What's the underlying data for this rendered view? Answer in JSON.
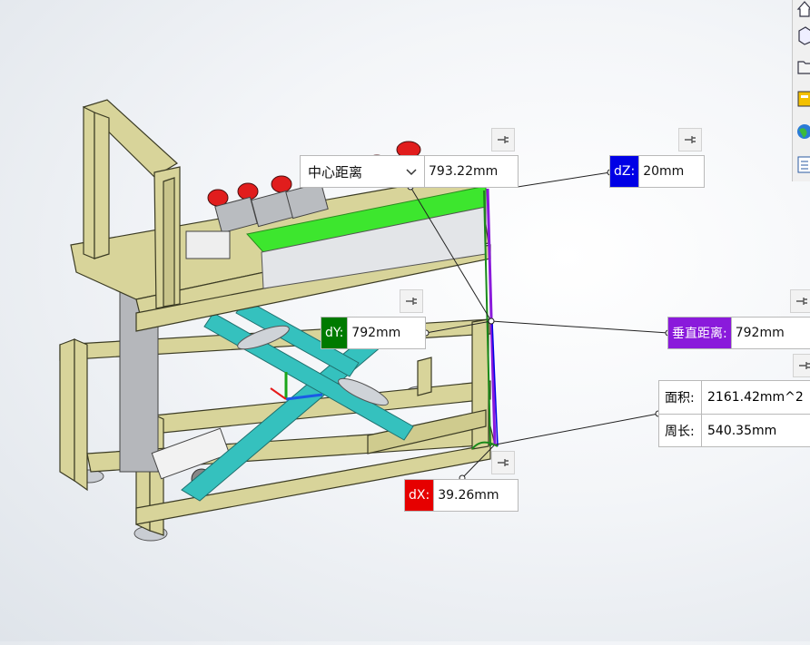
{
  "measurements": {
    "center_distance": {
      "mode_label": "中心距离",
      "value": "793.22mm"
    },
    "dz": {
      "label": "dZ:",
      "value": "20mm",
      "color": "#0000e6"
    },
    "dy": {
      "label": "dY:",
      "value": "792mm",
      "color": "#007a00"
    },
    "dx": {
      "label": "dX:",
      "value": "39.26mm",
      "color": "#e60000"
    },
    "vertical_distance": {
      "label": "垂直距离:",
      "value": "792mm",
      "color": "#8a1adb"
    },
    "area": {
      "label": "面积:",
      "value": "2161.42mm^2"
    },
    "perimeter": {
      "label": "周长:",
      "value": "540.35mm"
    }
  },
  "toolbar": {
    "icons": [
      "home-icon",
      "box-view-icon",
      "folder-icon",
      "design-library-icon",
      "appearance-globe-icon",
      "properties-list-icon"
    ]
  }
}
